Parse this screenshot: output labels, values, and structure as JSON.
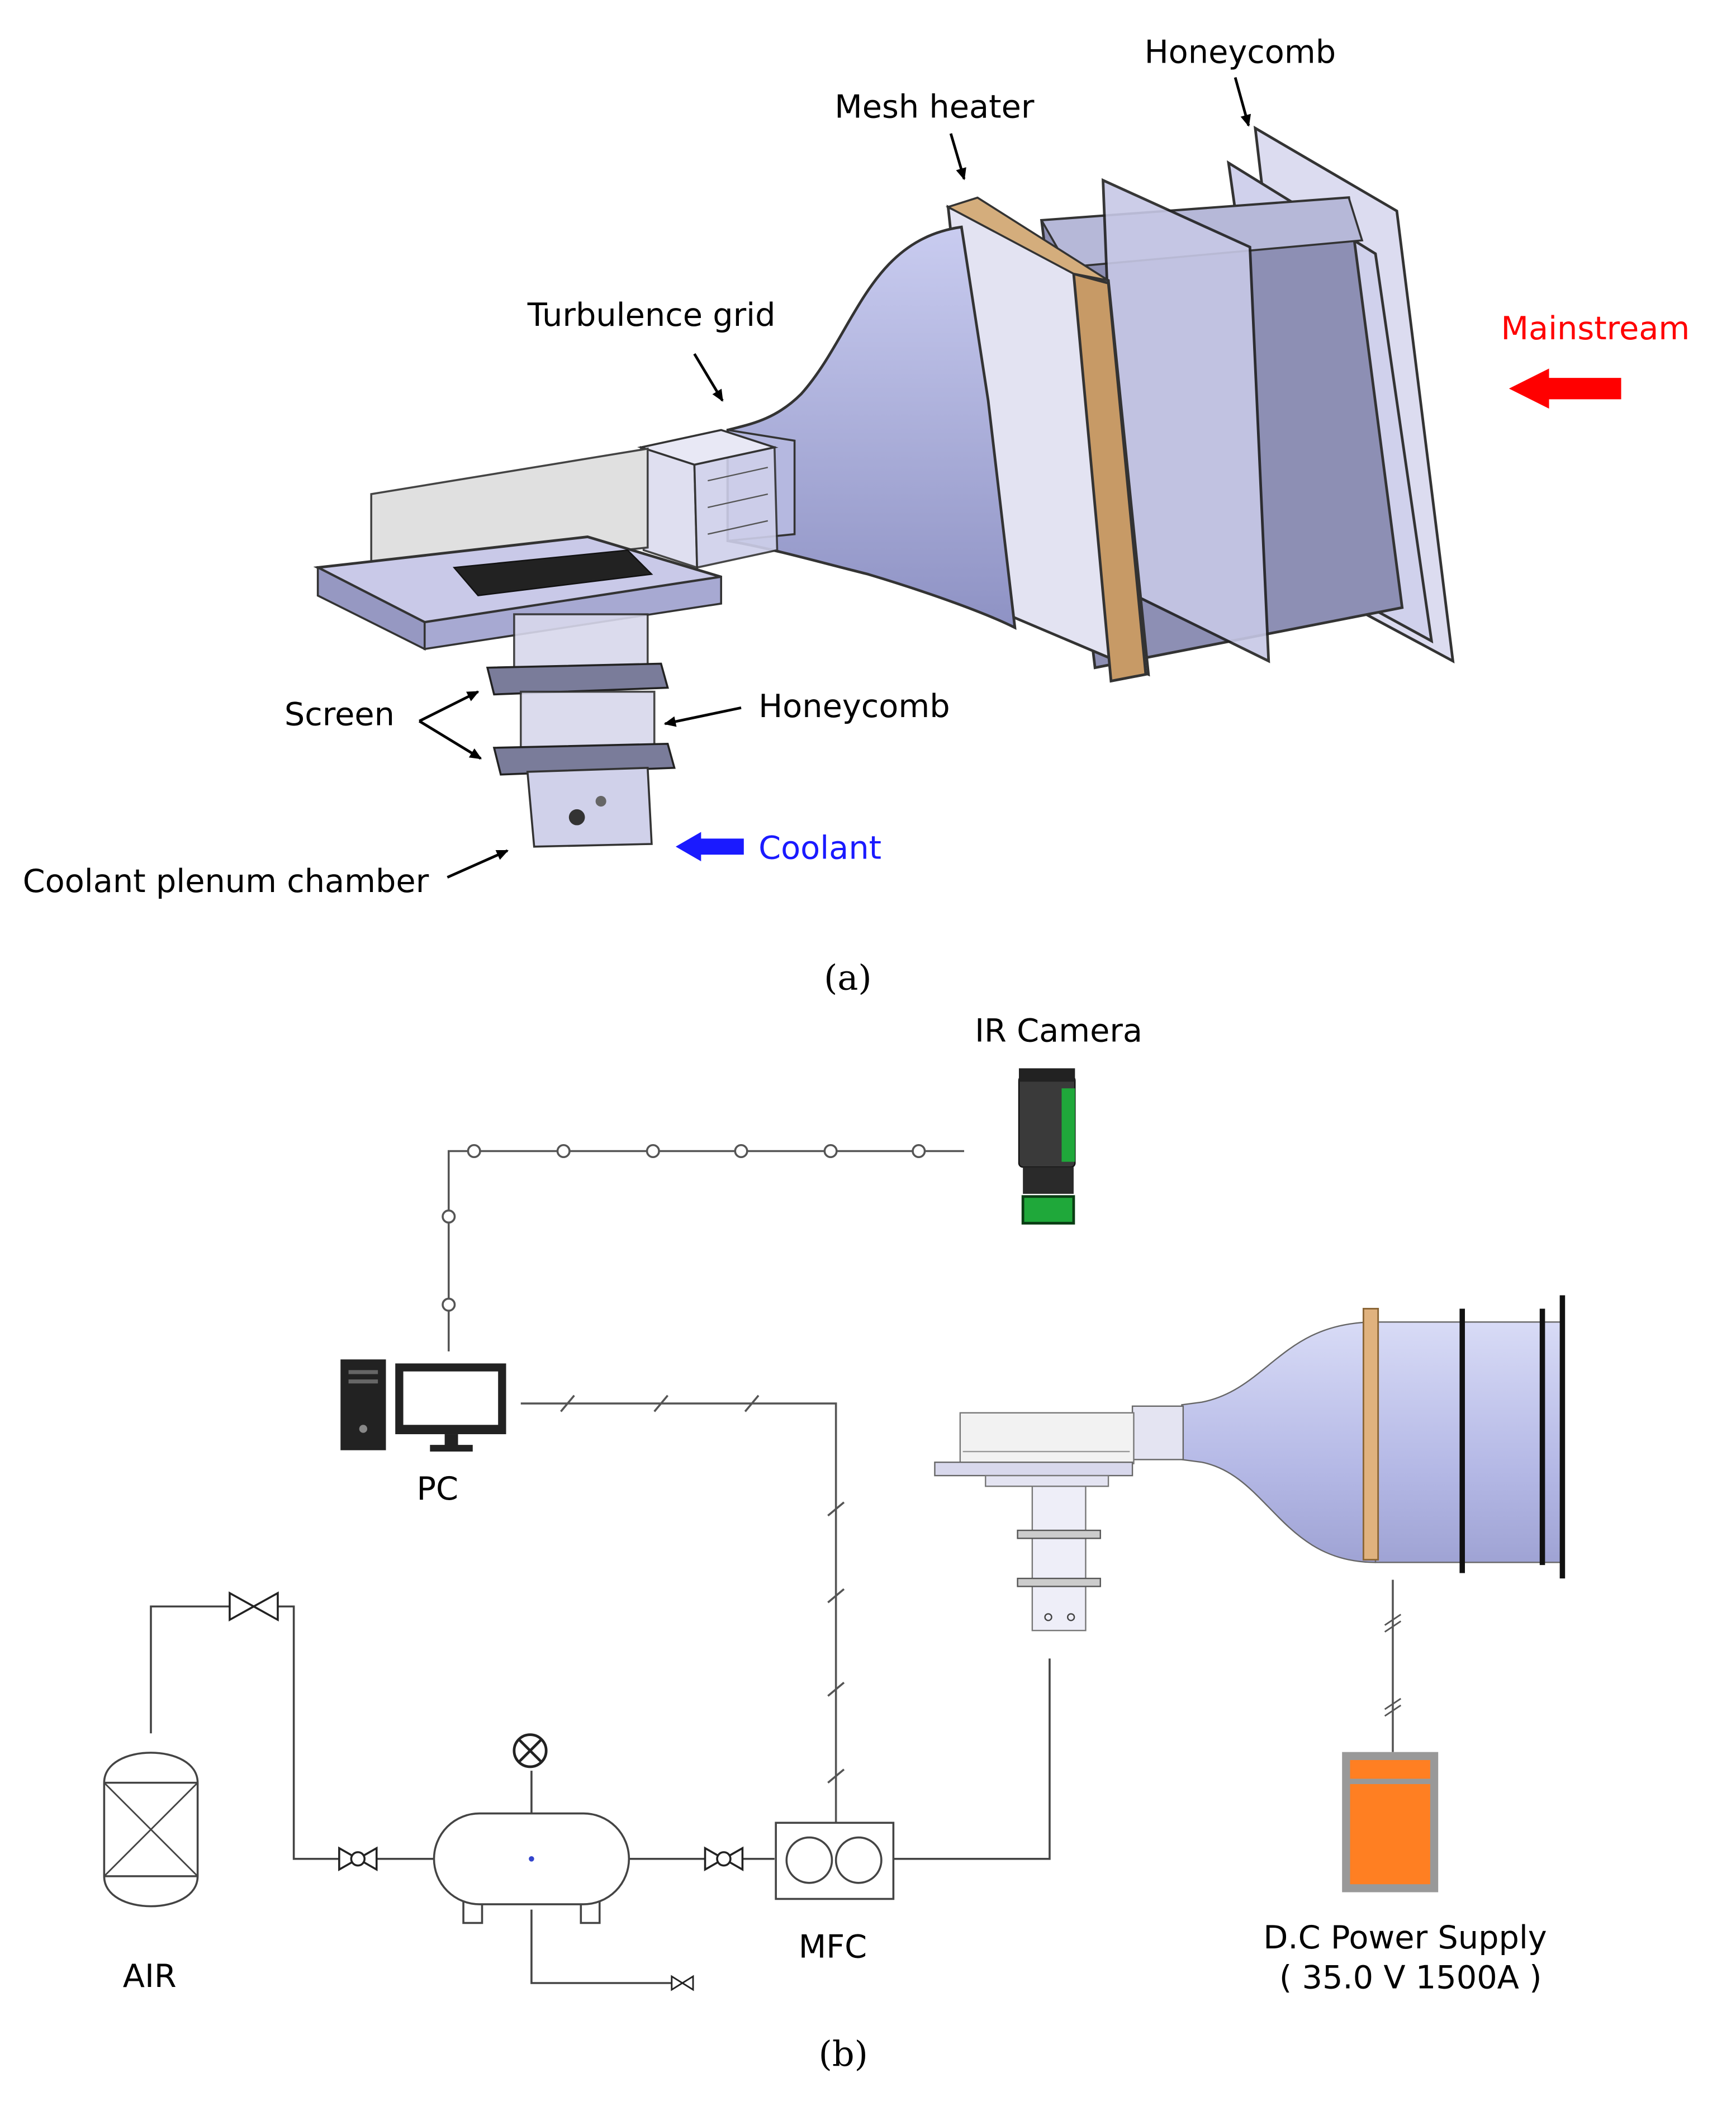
{
  "panel_a": {
    "caption": "(a)",
    "labels": {
      "honeycomb_top": "Honeycomb",
      "mesh_heater": "Mesh heater",
      "turbulence_grid": "Turbulence grid",
      "mainstream": "Mainstream",
      "screen": "Screen",
      "honeycomb_bottom": "Honeycomb",
      "coolant": "Coolant",
      "coolant_plenum_chamber": "Coolant plenum chamber"
    }
  },
  "panel_b": {
    "caption": "(b)",
    "labels": {
      "ir_camera": "IR Camera",
      "pc": "PC",
      "air": "AIR",
      "mfc": "MFC",
      "dc_power_supply": "D.C Power Supply",
      "dc_power_spec": "( 35.0 V 1500A )"
    }
  },
  "colors": {
    "mainstream_arrow": "#ff0000",
    "coolant_arrow": "#1a1aff",
    "tunnel_fill": "#a9aedb",
    "mesh_heater": "#c79a66",
    "power_supply": "#ff7f22",
    "camera_accent": "#1fa83a"
  }
}
